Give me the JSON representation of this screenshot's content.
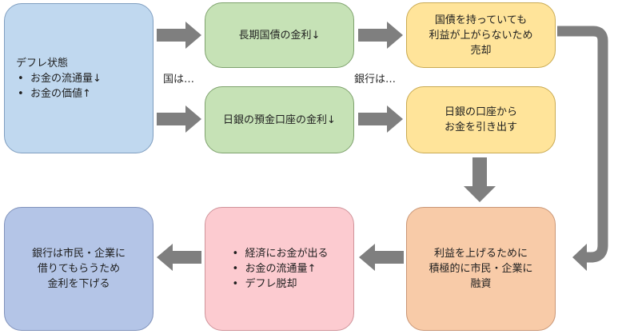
{
  "boxes": {
    "deflation": {
      "title": "デフレ状態",
      "items": [
        "お金の流通量↓",
        "お金の価値↑"
      ]
    },
    "bond_rate": {
      "lines": [
        "長期国債の金利↓"
      ]
    },
    "deposit_rate": {
      "lines": [
        "日銀の預金口座の金利↓"
      ]
    },
    "sell_bonds": {
      "lines": [
        "国債を持っていても",
        "利益が上がらないため",
        "売却"
      ]
    },
    "withdraw": {
      "lines": [
        "日銀の口座から",
        "お金を引き出す"
      ]
    },
    "lend": {
      "lines": [
        "利益を上げるために",
        "積極的に市民・企業に",
        "融資"
      ]
    },
    "result": {
      "items": [
        "経済にお金が出る",
        "お金の流通量↑",
        "デフレ脱却"
      ]
    },
    "lower_rate": {
      "lines": [
        "銀行は市民・企業に",
        "借りてもらうため",
        "金利を下げる"
      ]
    }
  },
  "labels": {
    "government": "国は…",
    "banks": "銀行は…"
  },
  "colors": {
    "arrow": "#7f7f7f",
    "blue": "#c0d8ef",
    "green": "#c6e2b6",
    "yellow": "#ffe49a",
    "orange": "#f8cba8",
    "pink": "#fccbd0",
    "navy": "#b4c5e7"
  }
}
